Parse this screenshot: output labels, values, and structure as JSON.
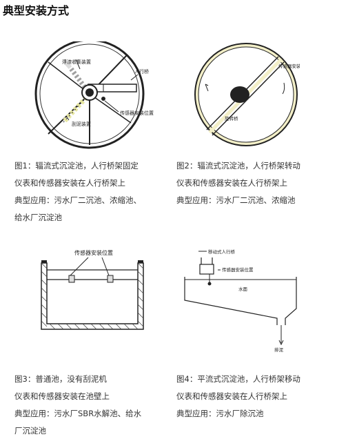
{
  "page": {
    "title": "典型安装方式"
  },
  "fig1": {
    "labels": {
      "scraper_top": "浮渣收集装置",
      "bridge": "人行桥",
      "sensor": "传感器安装位置",
      "scraper_bottom": "刮泥装置"
    },
    "caption": [
      "图1：辐流式沉淀池，人行桥架固定",
      "仪表和传感器安装在人行桥架上",
      "典型应用：污水厂二沉池、浓缩池、",
      "给水厂沉淀池"
    ]
  },
  "fig2": {
    "labels": {
      "sensor": "传感器安装位置",
      "bridge": "旋转桥"
    },
    "caption": [
      "图2：辐流式沉淀池，人行桥架转动",
      "仪表和传感器安装在人行桥架上",
      "典型应用：污水厂二沉池、浓缩池"
    ]
  },
  "fig3": {
    "labels": {
      "sensor": "传感器安装位置"
    },
    "caption": [
      "图3：普通池，没有刮泥机",
      "仪表和传感器安装在池壁上",
      "典型应用：污水厂SBR水解池、给水",
      "厂沉淀池"
    ]
  },
  "fig4": {
    "labels": {
      "bridge": "移动式人行桥",
      "sensor": "传感器安装位置",
      "water": "水面",
      "outlet": "排泥"
    },
    "caption": [
      "图4：平流式沉淀池，人行桥架移动",
      "仪表和传感器安装在人行桥架上",
      "典型应用：污水厂除沉池"
    ]
  }
}
